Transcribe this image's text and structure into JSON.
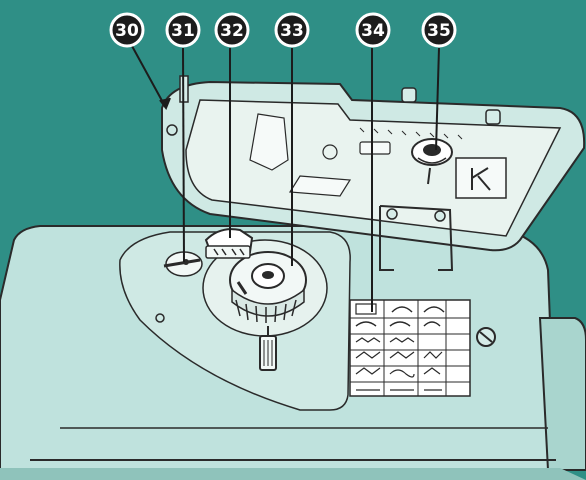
{
  "callouts": [
    {
      "id": "30",
      "label": "30"
    },
    {
      "id": "31",
      "label": "31"
    },
    {
      "id": "32",
      "label": "32"
    },
    {
      "id": "33",
      "label": "33"
    },
    {
      "id": "34",
      "label": "34"
    },
    {
      "id": "35",
      "label": "35"
    }
  ],
  "colors": {
    "background": "#2f8f86",
    "machine_body": "#bfe2dd",
    "machine_shadow": "#8fc3bb",
    "lid": "#cfe9e4",
    "lid_panel": "#e9f3ef",
    "ink": "#1c1c1c",
    "callout_fill": "#1c1c1c",
    "callout_text": "#ffffff"
  },
  "icons": [
    "thread-guide-icon",
    "bobbin-winder-spindle-icon",
    "bobbin-winder-stopper-icon",
    "spool-pin-icon",
    "stitch-selector-knob-icon",
    "stitch-pattern-chart-icon"
  ]
}
